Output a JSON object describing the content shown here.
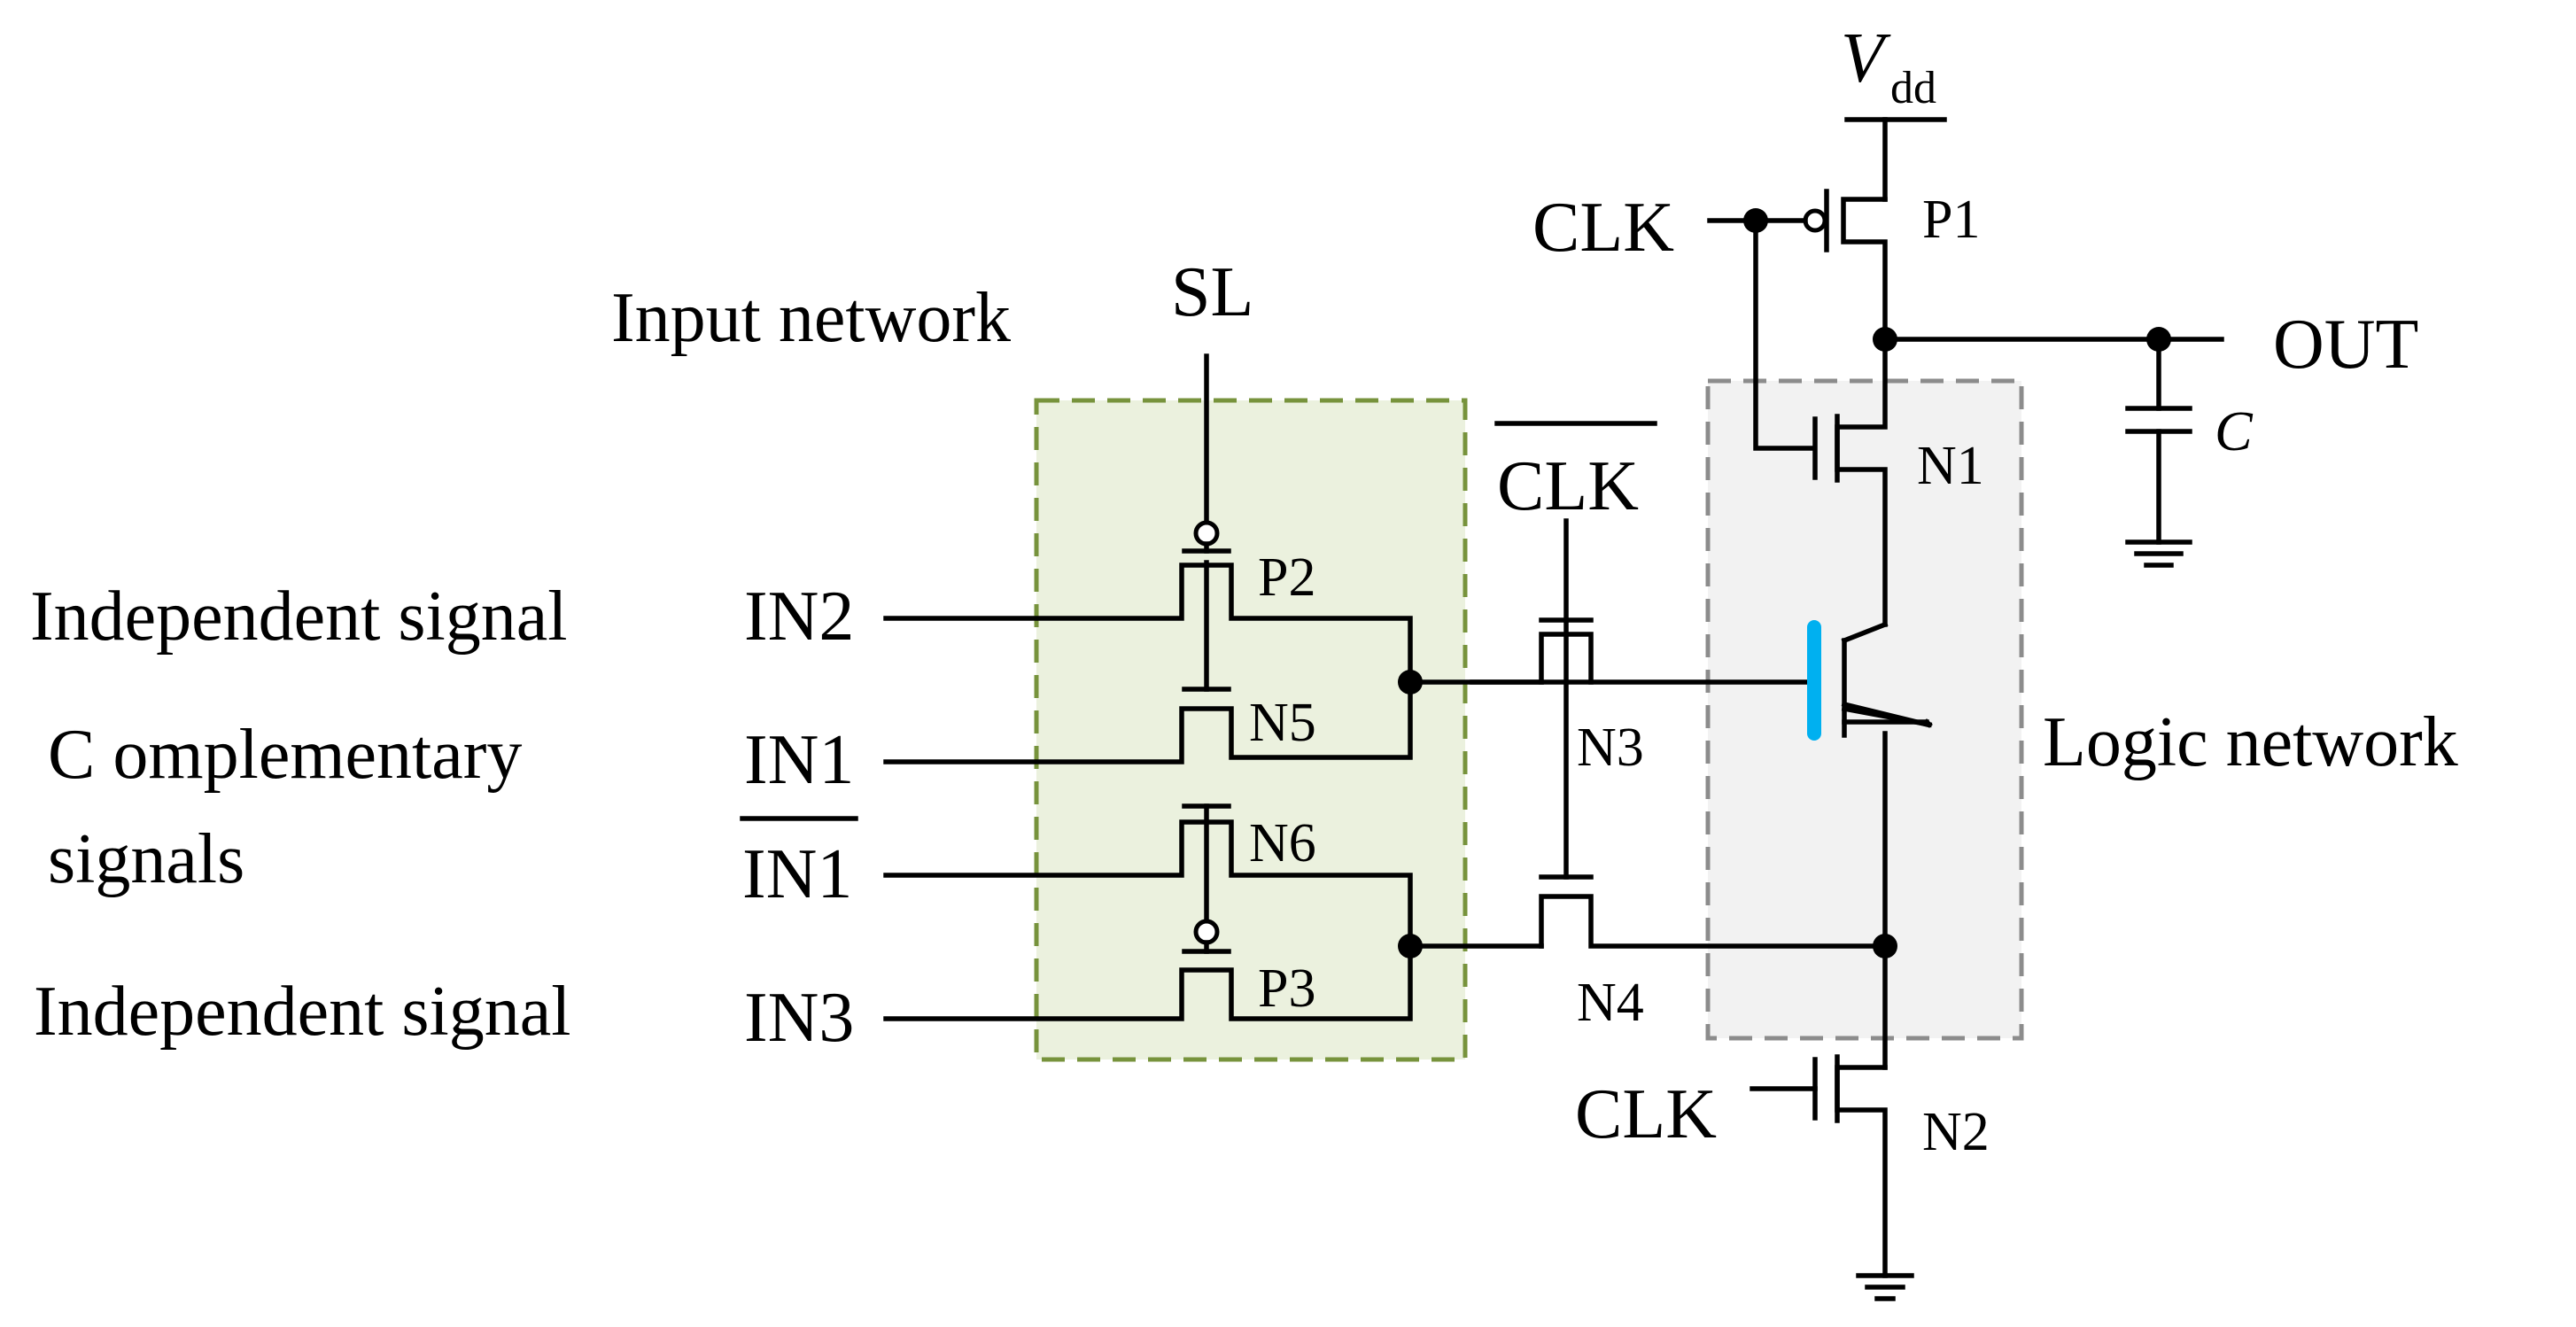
{
  "labels": {
    "vdd_main": "V",
    "vdd_sub": "dd",
    "clk_top": "CLK",
    "p1": "P1",
    "out": "OUT",
    "cap": "C",
    "n1": "N1",
    "sl": "SL",
    "input_network": "Input network",
    "clk_bar": "CLK",
    "logic_network": "Logic network",
    "p2": "P2",
    "n5": "N5",
    "n6": "N6",
    "p3": "P3",
    "n3": "N3",
    "n4": "N4",
    "clk_bottom": "CLK",
    "n2": "N2",
    "in2": "IN2",
    "in1": "IN1",
    "in1_bar": "IN1",
    "in3": "IN3",
    "independent_signal_top": "Independent signal",
    "complementary_line1": "C omplementary",
    "complementary_line2": "signals",
    "independent_signal_bottom": "Independent signal"
  },
  "colors": {
    "input_network_fill": "#ebf1de",
    "input_network_border": "#77933c",
    "logic_network_fill": "#f2f2f2",
    "logic_network_border": "#8c8c8c",
    "ferroelectric_gate": "#00b0f0",
    "wire": "#000000"
  }
}
